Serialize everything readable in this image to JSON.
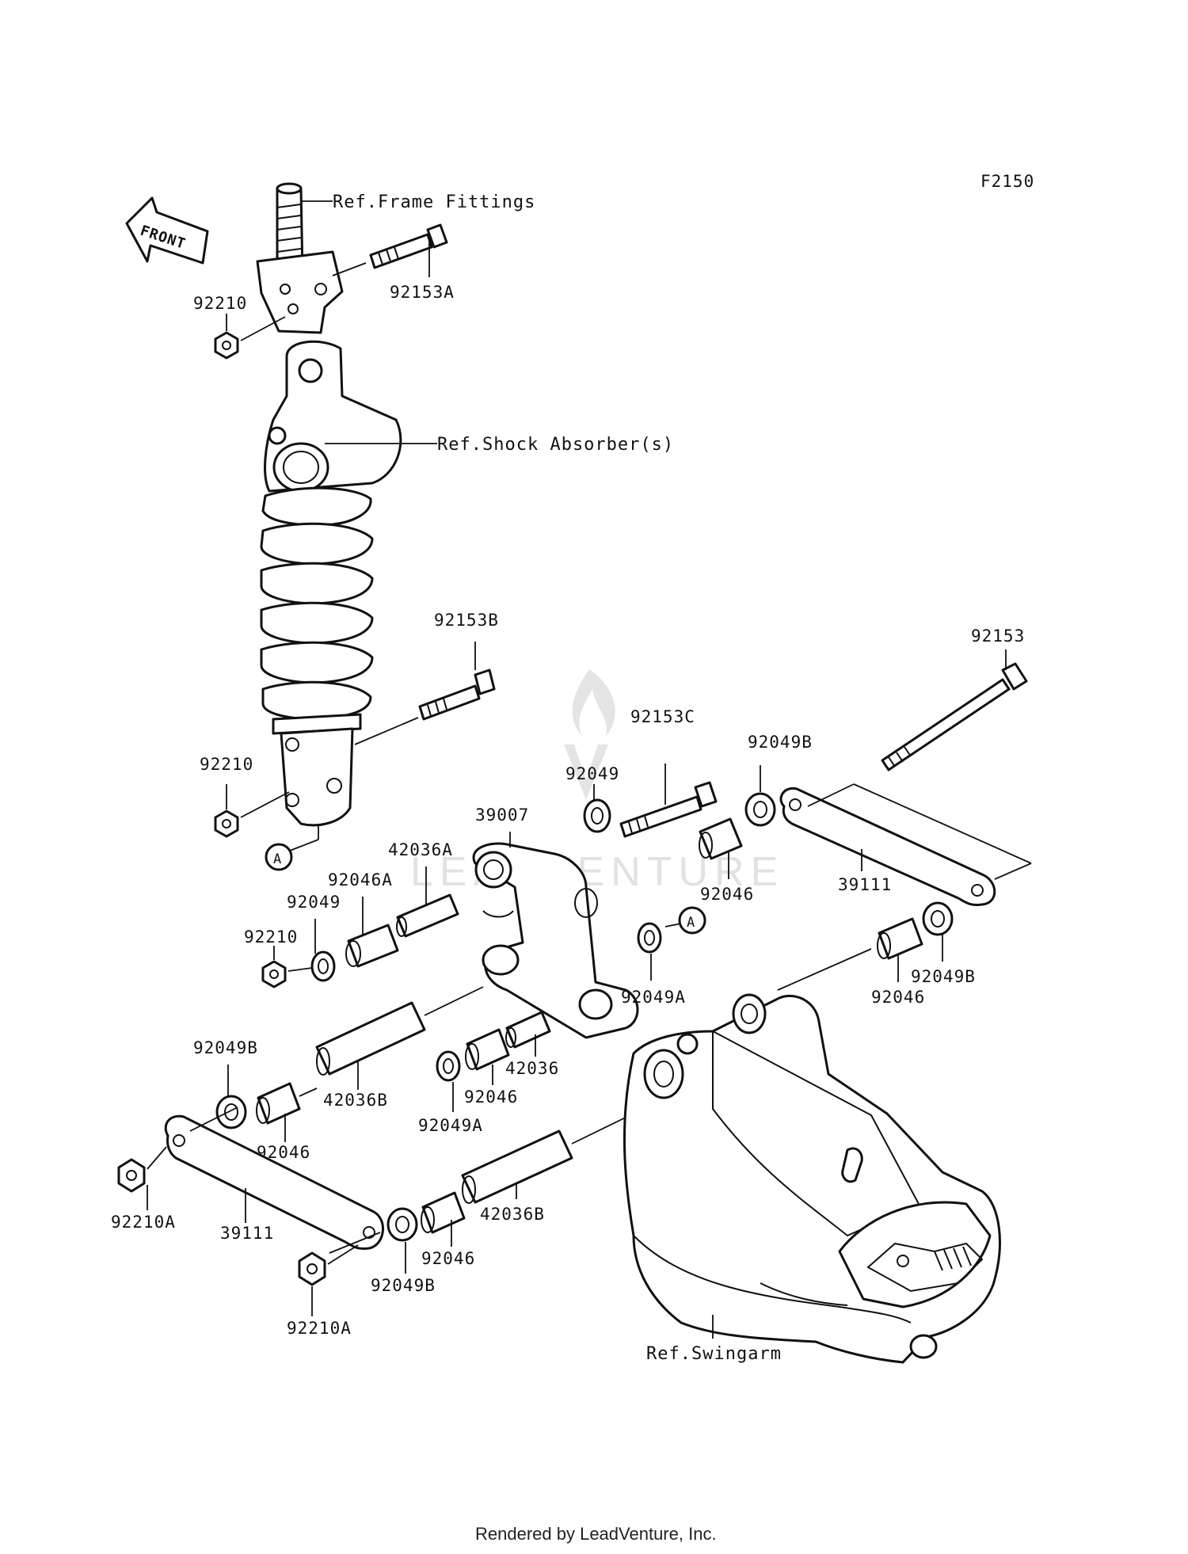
{
  "diagram": {
    "code": "F2150",
    "front_arrow": "FRONT",
    "refs": {
      "frame": "Ref.Frame Fittings",
      "shock": "Ref.Shock Absorber(s)",
      "swingarm": "Ref.Swingarm"
    },
    "watermark": "LEADVENTURE",
    "footer": "Rendered by LeadVenture, Inc.",
    "parts": [
      "92210",
      "92153A",
      "92153B",
      "92210",
      "92153",
      "92153C",
      "92049",
      "92049B",
      "39007",
      "42036A",
      "92046A",
      "92049",
      "92210",
      "92046",
      "39111",
      "92049A",
      "92049B",
      "92046",
      "42036",
      "92046",
      "92049A",
      "42036B",
      "92049B",
      "92046",
      "92210A",
      "39111",
      "42036B",
      "92046",
      "92049B",
      "92210A"
    ],
    "marker": "A"
  }
}
